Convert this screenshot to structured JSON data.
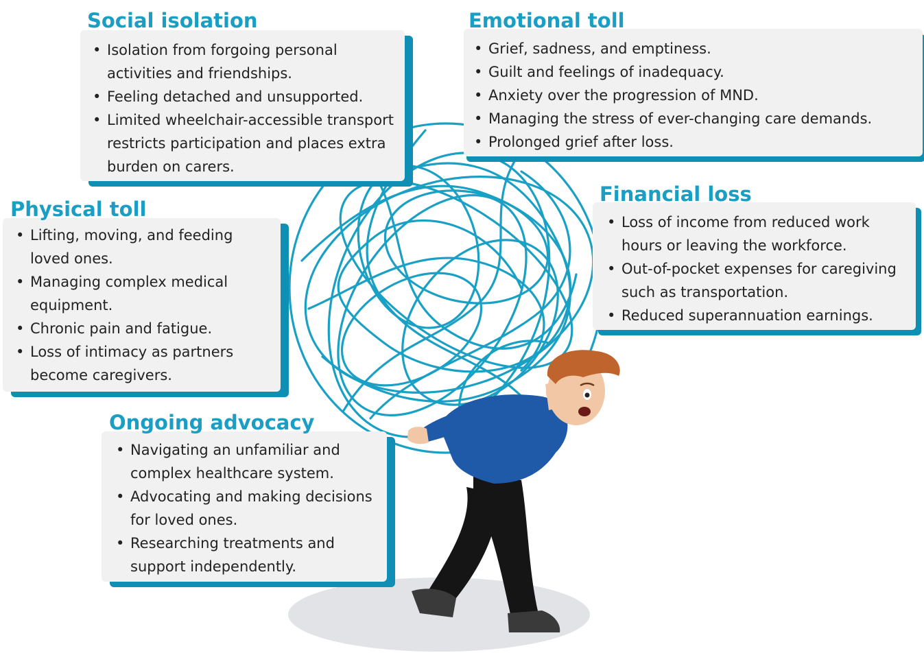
{
  "colors": {
    "title": "#1a9ec3",
    "card_background": "#f1f1f1",
    "card_shadow": "#0e8fb3",
    "scribble": "#1aa0c4",
    "shirt": "#1e5aa8",
    "pants": "#151515",
    "hair": "#c0642e",
    "skin": "#f2c7a5",
    "shadow_floor": "#e2e3e7"
  },
  "illustration": {
    "scribble": "tangled-scribble-ball",
    "person": "man-carrying-burden",
    "ground": "floor-shadow-ellipse"
  },
  "sections": {
    "social": {
      "title": "Social isolation",
      "items": [
        "Isolation from forgoing personal activities and friendships.",
        "Feeling detached and unsupported.",
        "Limited wheelchair-accessible transport restricts participation and places extra burden on carers."
      ]
    },
    "emotional": {
      "title": "Emotional toll",
      "items": [
        "Grief, sadness, and emptiness.",
        "Guilt and feelings of inadequacy.",
        "Anxiety over the progression of MND.",
        "Managing the stress of ever-changing care demands.",
        "Prolonged grief after loss."
      ]
    },
    "physical": {
      "title": "Physical toll",
      "items": [
        "Lifting, moving, and feeding loved ones.",
        "Managing complex medical equipment.",
        "Chronic pain and fatigue.",
        "Loss of intimacy as partners become caregivers."
      ]
    },
    "financial": {
      "title": "Financial loss",
      "items": [
        "Loss of income from reduced work hours or leaving the workforce.",
        "Out-of-pocket expenses for caregiving such as transportation.",
        "Reduced superannuation earnings."
      ]
    },
    "advocacy": {
      "title": "Ongoing advocacy",
      "items": [
        "Navigating an unfamiliar and complex healthcare system.",
        "Advocating and making decisions for loved ones.",
        "Researching treatments and support independently."
      ]
    }
  }
}
